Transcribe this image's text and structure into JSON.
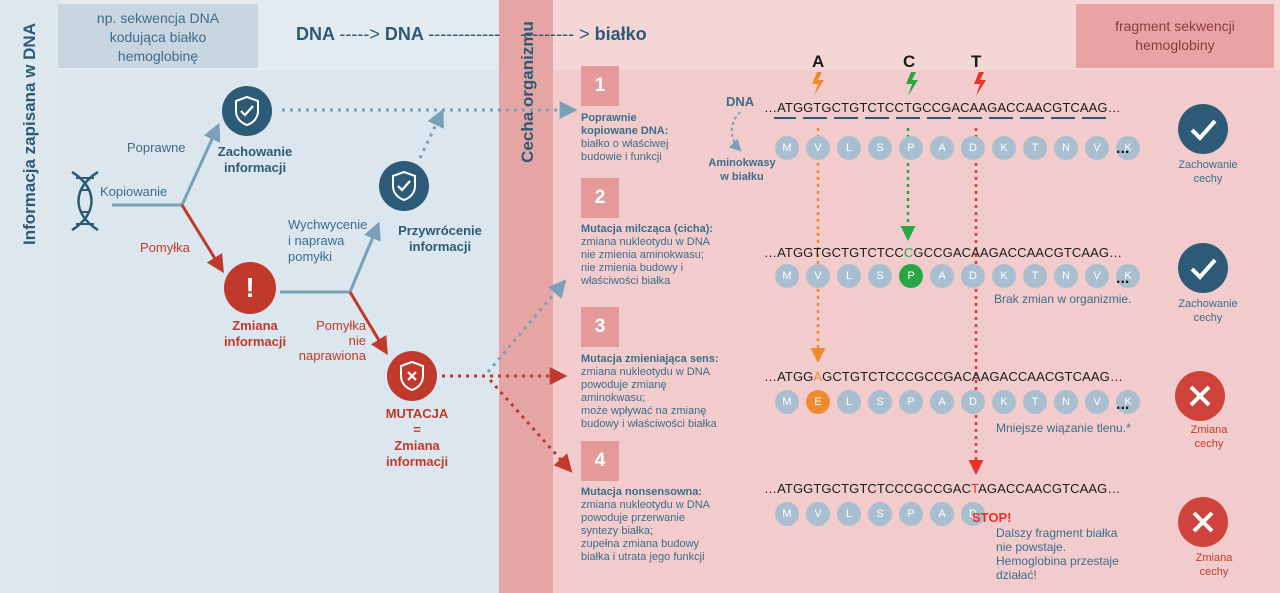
{
  "left_axis_label": "Informacja zapisana w DNA",
  "middle_axis_label": "Cecha organizmu",
  "top_left_box": [
    "np. sekwencja DNA",
    "kodująca białko",
    "hemoglobinę"
  ],
  "top_right_box": [
    "fragment sekwencji",
    "hemoglobiny"
  ],
  "flow_header": {
    "dna1": "DNA",
    "arrow1": "----->",
    "dna2": "DNA",
    "dashes": "------------    ---------",
    "arrow2": ">",
    "protein": "białko"
  },
  "tree": {
    "copy_label": "Kopiowanie",
    "correct_label": "Poprawne",
    "error_label": "Pomyłka",
    "node_preserve": [
      "Zachowanie",
      "informacji"
    ],
    "node_change": [
      "Zmiana",
      "informacji"
    ],
    "repair_label": [
      "Wychwycenie",
      "i naprawa",
      "pomyłki"
    ],
    "node_restore": [
      "Przywrócenie",
      "informacji"
    ],
    "not_repaired_label": [
      "Pomyłka",
      "nie",
      "naprawiona"
    ],
    "node_mutation": [
      "MUTACJA",
      "=",
      "Zmiana",
      "informacji"
    ],
    "icon_exclaim": "!"
  },
  "cases": [
    {
      "num": "1",
      "title": [
        "Poprawnie",
        "kopiowane DNA:"
      ],
      "text": [
        "białko o właściwej",
        "budowie i funkcji"
      ]
    },
    {
      "num": "2",
      "title": [
        "Mutacja milcząca (cicha):"
      ],
      "text": [
        "zmiana nukleotydu w DNA",
        "nie zmienia aminokwasu;",
        "nie zmienia budowy i",
        "właściwości białka"
      ]
    },
    {
      "num": "3",
      "title": [
        "Mutacja zmieniająca sens:"
      ],
      "text": [
        "zmiana nukleotydu w DNA",
        "powoduje zmianę",
        "aminokwasu;",
        "może wpływać na zmianę",
        "budowy i właściwości białka"
      ]
    },
    {
      "num": "4",
      "title": [
        "Mutacja nonsensowna:"
      ],
      "text": [
        "zmiana nukleotydu w DNA",
        "powoduje przerwanie",
        "syntezy białka;",
        "zupełna zmiana budowy",
        "białka i utrata jego funkcji"
      ]
    }
  ],
  "labels": {
    "dna": "DNA",
    "amino": [
      "Aminokwasy",
      "w białku"
    ],
    "ellipsis": "...",
    "stop": "STOP!"
  },
  "mutation_letters": [
    {
      "letter": "A",
      "color": "#f08a30"
    },
    {
      "letter": "C",
      "color": "#27a844"
    },
    {
      "letter": "T",
      "color": "#e8322b"
    }
  ],
  "sequences": [
    {
      "pre": "…ATGGTGCTGTCTCCTGCCGACAAGACCAACGTCAAG…",
      "highlight": "",
      "post": ""
    },
    {
      "pre": "…ATGGTGCTGTCTCC",
      "highlight": "C",
      "post": "GCCGACAAGACCAACGTCAAG…",
      "color": "#27a844"
    },
    {
      "pre": "…ATGG",
      "highlight": "A",
      "post": "GCTGTCTCCCGCCGACAAGACCAACGTCAAG…",
      "color": "#f08a30"
    },
    {
      "pre": "…ATGGTGCTGTCTCCCGCCGAC",
      "highlight": "T",
      "post": "AGACCAACGTCAAG…",
      "color": "#e8322b"
    }
  ],
  "amino_rows": [
    {
      "items": [
        "M",
        "V",
        "L",
        "S",
        "P",
        "A",
        "D",
        "K",
        "T",
        "N",
        "V",
        "K"
      ],
      "special_index": -1,
      "special_color": ""
    },
    {
      "items": [
        "M",
        "V",
        "L",
        "S",
        "P",
        "A",
        "D",
        "K",
        "T",
        "N",
        "V",
        "K"
      ],
      "special_index": 4,
      "special_color": "#27a844"
    },
    {
      "items": [
        "M",
        "E",
        "L",
        "S",
        "P",
        "A",
        "D",
        "K",
        "T",
        "N",
        "V",
        "K"
      ],
      "special_index": 1,
      "special_color": "#f08a30"
    },
    {
      "items": [
        "M",
        "V",
        "L",
        "S",
        "P",
        "A",
        "D"
      ],
      "special_index": -1,
      "special_color": ""
    }
  ],
  "notes": {
    "row2": "Brak zmian w organizmie.",
    "row3": "Mniejsze wiązanie tlenu.*",
    "row4": [
      "Dalszy fragment białka",
      "nie powstaje.",
      "Hemoglobina przestaje",
      "działać!"
    ]
  },
  "results": [
    {
      "text": [
        "Zachowanie",
        "cechy"
      ],
      "kind": "ok"
    },
    {
      "text": [
        "Zachowanie",
        "cechy"
      ],
      "kind": "ok"
    },
    {
      "text": [
        "Zmiana",
        "cechy"
      ],
      "kind": "bad"
    },
    {
      "text": [
        "Zmiana",
        "cechy"
      ],
      "kind": "bad"
    }
  ],
  "colors": {
    "blue": "#2d5a77",
    "red": "#c0392b",
    "text_blue": "#3d6d8a",
    "arrow_blue": "#7a9fb8"
  }
}
